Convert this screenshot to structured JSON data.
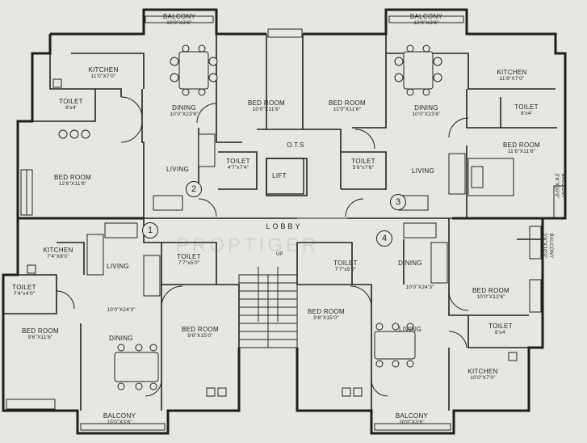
{
  "watermark": "PROPTIGER",
  "lobby": "LOBBY",
  "up": "UP",
  "unit_numbers": [
    "1",
    "2",
    "3",
    "4"
  ],
  "rooms": {
    "balcony_tl": {
      "name": "BALCONY",
      "dim": "10'0\"X3'6\""
    },
    "balcony_tr": {
      "name": "BALCONY",
      "dim": "10'0\"X3'6\""
    },
    "kitchen_tl": {
      "name": "KITCHEN",
      "dim": "11'0\"X7'0\""
    },
    "kitchen_tr": {
      "name": "KITCHEN",
      "dim": "11'6\"X7'0\""
    },
    "toilet_tl": {
      "name": "TOILET",
      "dim": "8'x4'"
    },
    "toilet_tr": {
      "name": "TOILET",
      "dim": "8'x4'"
    },
    "dining_tl": {
      "name": "DINING",
      "dim": "10'0\"X23'6\""
    },
    "dining_tr": {
      "name": "DINING",
      "dim": "10'0\"X23'6\""
    },
    "bed_t2": {
      "name": "BED ROOM",
      "dim": "10'0\"X11'6\""
    },
    "bed_t3": {
      "name": "BED ROOM",
      "dim": "11'0\"X11'6\""
    },
    "bed_tl": {
      "name": "BED ROOM",
      "dim": "12'6\"X11'6\""
    },
    "bed_tr": {
      "name": "BED ROOM",
      "dim": "11'6\"X11'6\""
    },
    "living_tl": {
      "name": "LIVING"
    },
    "living_tr": {
      "name": "LIVING"
    },
    "toilet_t2": {
      "name": "TOILET",
      "dim": "4'7\"x7'4\""
    },
    "toilet_t3": {
      "name": "TOILET",
      "dim": "5'6\"x7'6\""
    },
    "ots": {
      "name": "O.T.S"
    },
    "lift": {
      "name": "LIFT"
    },
    "kitchen_bl": {
      "name": "KITCHEN",
      "dim": "7'4\"X8'0\""
    },
    "living_bl": {
      "name": "LIVING"
    },
    "toilet_b1": {
      "name": "TOILET",
      "dim": "7'7\"x5'0\""
    },
    "dining_bl": {
      "name": "DINING",
      "dim": "10'0\"X24'3\""
    },
    "toilet_bl": {
      "name": "TOILET",
      "dim": "7'4\"x4'0\""
    },
    "bed_bl": {
      "name": "BED ROOM",
      "dim": "9'6\"X11'6\""
    },
    "bed_b1": {
      "name": "BED ROOM",
      "dim": "9'6\"X15'0\""
    },
    "balcony_bl": {
      "name": "BALCONY",
      "dim": "10'0\"X3'6\""
    },
    "toilet_b4": {
      "name": "TOILET",
      "dim": "7'7\"x5'0\""
    },
    "dining_br": {
      "name": "DINING",
      "dim": "10'0\"X24'3\""
    },
    "bed_b4": {
      "name": "BED ROOM",
      "dim": "9'6\"X15'0\""
    },
    "bed_br": {
      "name": "BED ROOM",
      "dim": "10'0\"X12'6\""
    },
    "living_br": {
      "name": "LIVING"
    },
    "toilet_br": {
      "name": "TOILET",
      "dim": "8'x4'"
    },
    "kitchen_br": {
      "name": "KITCHEN",
      "dim": "10'0\"X7'0\""
    },
    "balcony_br": {
      "name": "BALCONY",
      "dim": "10'0\"X3'6\""
    },
    "balcony_r1": {
      "name": "BALCONY",
      "dim": "3'6\"X10'0\""
    },
    "balcony_r2": {
      "name": "BALCONY",
      "dim": "3'6\"X10'0\""
    }
  }
}
